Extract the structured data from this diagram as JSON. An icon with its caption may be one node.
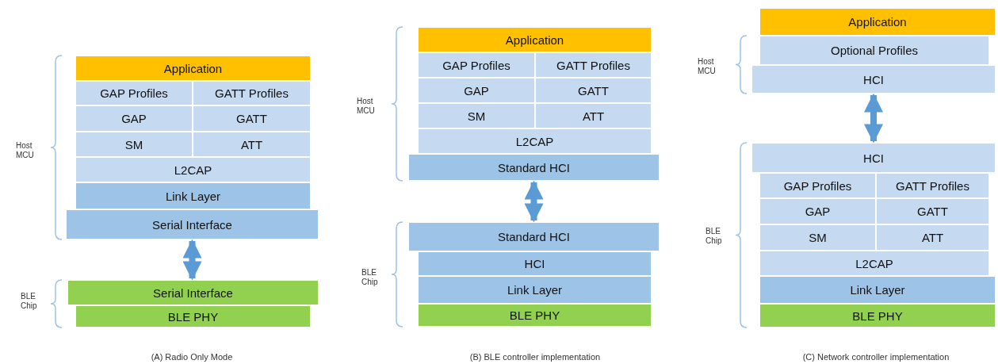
{
  "diagram": {
    "nodes": [
      {
        "text": [
          "Application"
        ]
      },
      {
        "text": [
          "GAP Profiles"
        ]
      },
      {
        "text": [
          "GATT Profiles"
        ]
      },
      {
        "text": [
          "GAP"
        ]
      },
      {
        "text": [
          "GATT"
        ]
      },
      {
        "text": [
          "SM"
        ]
      },
      {
        "text": [
          "ATT"
        ]
      },
      {
        "text": [
          "L2CAP"
        ]
      },
      {
        "text": [
          "Link Layer"
        ]
      },
      {
        "text": [
          "Serial Interface"
        ]
      },
      {
        "text": [
          "Serial Interface"
        ]
      },
      {
        "text": [
          "BLE PHY"
        ]
      },
      {
        "text": [
          "Application"
        ]
      },
      {
        "text": [
          "GAP Profiles"
        ]
      },
      {
        "text": [
          "GATT Profiles"
        ]
      },
      {
        "text": [
          "GAP"
        ]
      },
      {
        "text": [
          "GATT"
        ]
      },
      {
        "text": [
          "SM"
        ]
      },
      {
        "text": [
          "ATT"
        ]
      },
      {
        "text": [
          "L2CAP"
        ]
      },
      {
        "text": [
          "Standard HCI"
        ]
      },
      {
        "text": [
          "Standard HCI"
        ]
      },
      {
        "text": [
          "HCI"
        ]
      },
      {
        "text": [
          "Link Layer"
        ]
      },
      {
        "text": [
          "BLE PHY"
        ]
      },
      {
        "text": [
          "Application"
        ]
      },
      {
        "text": [
          "Optional Profiles"
        ]
      },
      {
        "text": [
          "HCI"
        ]
      },
      {
        "text": [
          "HCI"
        ]
      },
      {
        "text": [
          "GAP Profiles"
        ]
      },
      {
        "text": [
          "GATT Profiles"
        ]
      },
      {
        "text": [
          "GAP"
        ]
      },
      {
        "text": [
          "GATT"
        ]
      },
      {
        "text": [
          "SM"
        ]
      },
      {
        "text": [
          "ATT"
        ]
      },
      {
        "text": [
          "L2CAP"
        ]
      },
      {
        "text": [
          "Link Layer"
        ]
      },
      {
        "text": [
          "BLE PHY"
        ]
      }
    ],
    "edges": [
      {
        "from": 9,
        "to": 10,
        "arrow": "both"
      },
      {
        "from": 20,
        "to": 21,
        "arrow": "both"
      },
      {
        "from": 27,
        "to": 28,
        "arrow": "both"
      }
    ],
    "labels": [
      "Host MCU",
      "BLE Chip",
      "(A) Radio Only Mode",
      "Host MCU",
      "BLE Chip",
      "(B) BLE controller implementation",
      "Host MCU",
      "BLE Chip",
      "(C) Network controller implementation"
    ]
  }
}
